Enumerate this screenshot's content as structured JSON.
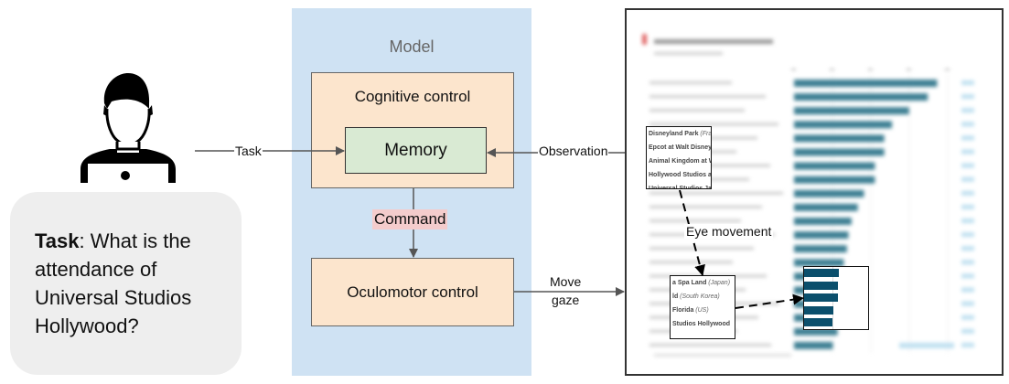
{
  "user": {
    "icon": "person-at-laptop-icon"
  },
  "task_bubble": {
    "prefix": "Task",
    "question": ": What is the attendance of Universal Studios Hollywood?"
  },
  "model": {
    "title": "Model",
    "cognitive_control": "Cognitive control",
    "memory": "Memory",
    "command": "Command",
    "oculomotor_control": "Oculomotor control"
  },
  "edges": {
    "task": "Task",
    "observation": "Observation",
    "move_gaze_line1": "Move",
    "move_gaze_line2": "gaze",
    "eye_movement": "Eye movement"
  },
  "screen": {
    "accent_color": "#e06666",
    "bar_color": "#3d7f93",
    "zoom_bar_color": "#0b4f6c",
    "zoom_box_top": {
      "rows": [
        {
          "name": "Disneyland Park",
          "note": "(Fran"
        },
        {
          "name": "Epcot at Walt Disney W",
          "note": ""
        },
        {
          "name": "Animal Kingdom at W",
          "note": ""
        },
        {
          "name": "Hollywood Studios at",
          "note": ""
        },
        {
          "name": "Universal Studios Ja",
          "note": ""
        }
      ]
    },
    "zoom_box_bottom": {
      "rows": [
        {
          "name": "a Spa Land",
          "note": "(Japan)"
        },
        {
          "name": "ld",
          "note": "(South Korea)"
        },
        {
          "name": "Florida",
          "note": "(US)"
        },
        {
          "name": "Studios Hollywood",
          "note": ""
        },
        {
          "name": "",
          "note": ""
        }
      ]
    }
  },
  "chart_data": {
    "type": "bar",
    "title": "Top 20 theme parks worldwide (blurred)",
    "orientation": "horizontal",
    "values_relative": [
      0.92,
      0.86,
      0.74,
      0.63,
      0.58,
      0.58,
      0.52,
      0.52,
      0.45,
      0.41,
      0.37,
      0.35,
      0.34,
      0.32,
      0.32,
      0.31,
      0.31,
      0.3,
      0.28,
      0.25
    ],
    "zoomed_values_relative": [
      1.0,
      0.97,
      0.97,
      0.84,
      0.82
    ],
    "grid": true
  }
}
